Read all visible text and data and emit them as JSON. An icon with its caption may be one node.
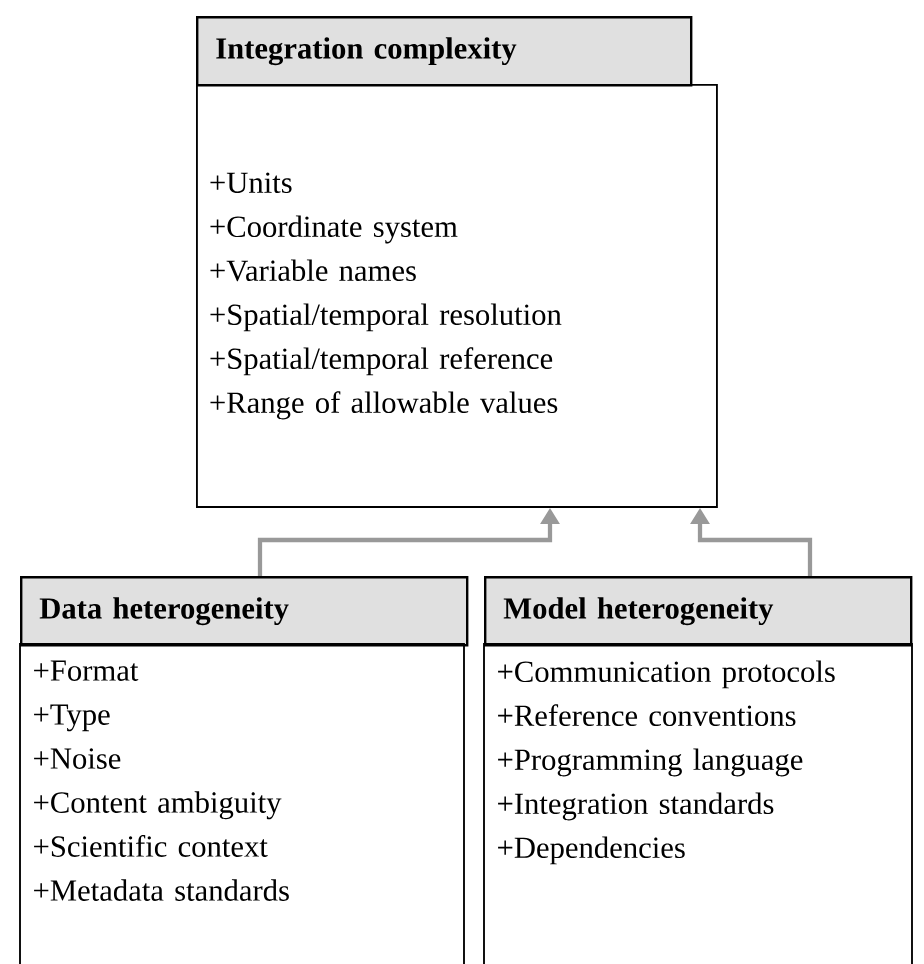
{
  "diagram": {
    "nodes": [
      {
        "text": [
          "Integration complexity"
        ]
      },
      {
        "text": [
          "+Units",
          "+Coordinate system",
          "+Variable names",
          "+Spatial/temporal resolution",
          "+Spatial/temporal reference",
          "+Range of allowable values"
        ]
      },
      {
        "text": [
          "Data heterogeneity"
        ]
      },
      {
        "text": [
          "+Format",
          "+Type",
          "+Noise",
          "+Content ambiguity",
          "+Scientific context",
          "+Metadata standards"
        ]
      },
      {
        "text": [
          "Model heterogeneity"
        ]
      },
      {
        "text": [
          "+Communication protocols",
          "+Reference conventions",
          "+Programming language",
          "+Integration standards",
          "+Dependencies"
        ]
      }
    ],
    "edges": [
      {
        "from": 2,
        "to": 1,
        "arrow": "to"
      },
      {
        "from": 4,
        "to": 1,
        "arrow": "to"
      }
    ]
  }
}
